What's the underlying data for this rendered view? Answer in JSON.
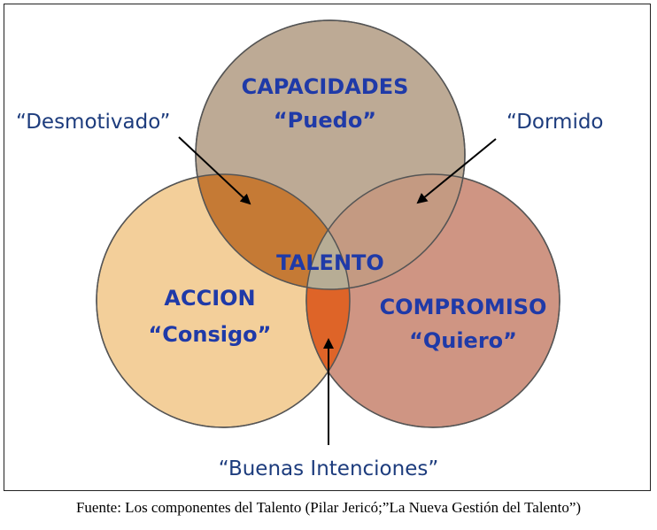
{
  "diagram": {
    "circles": {
      "capacidades": {
        "title": "CAPACIDADES",
        "subtitle": "“Puedo”"
      },
      "accion": {
        "title": "ACCION",
        "subtitle": "“Consigo”"
      },
      "compromiso": {
        "title": "COMPROMISO",
        "subtitle": "“Quiero”"
      }
    },
    "center_label": "TALENTO",
    "callouts": {
      "desmotivado": "“Desmotivado”",
      "dormido": "“Dormido",
      "buenas_intenciones": "“Buenas Intenciones”"
    },
    "colors": {
      "capacidades": "#b9a58f",
      "accion": "#f3cf9a",
      "compromiso": "#cf9583",
      "desmotivado_region": "#c57a35",
      "buenas_intenciones_region": "#de6428",
      "talento_region": "#b7ad95",
      "label_blue": "#1f3aa8",
      "callout_blue": "#1d3c7d"
    }
  },
  "caption": "Fuente: Los componentes del Talento (Pilar Jericó;”La Nueva Gestión del Talento”)"
}
